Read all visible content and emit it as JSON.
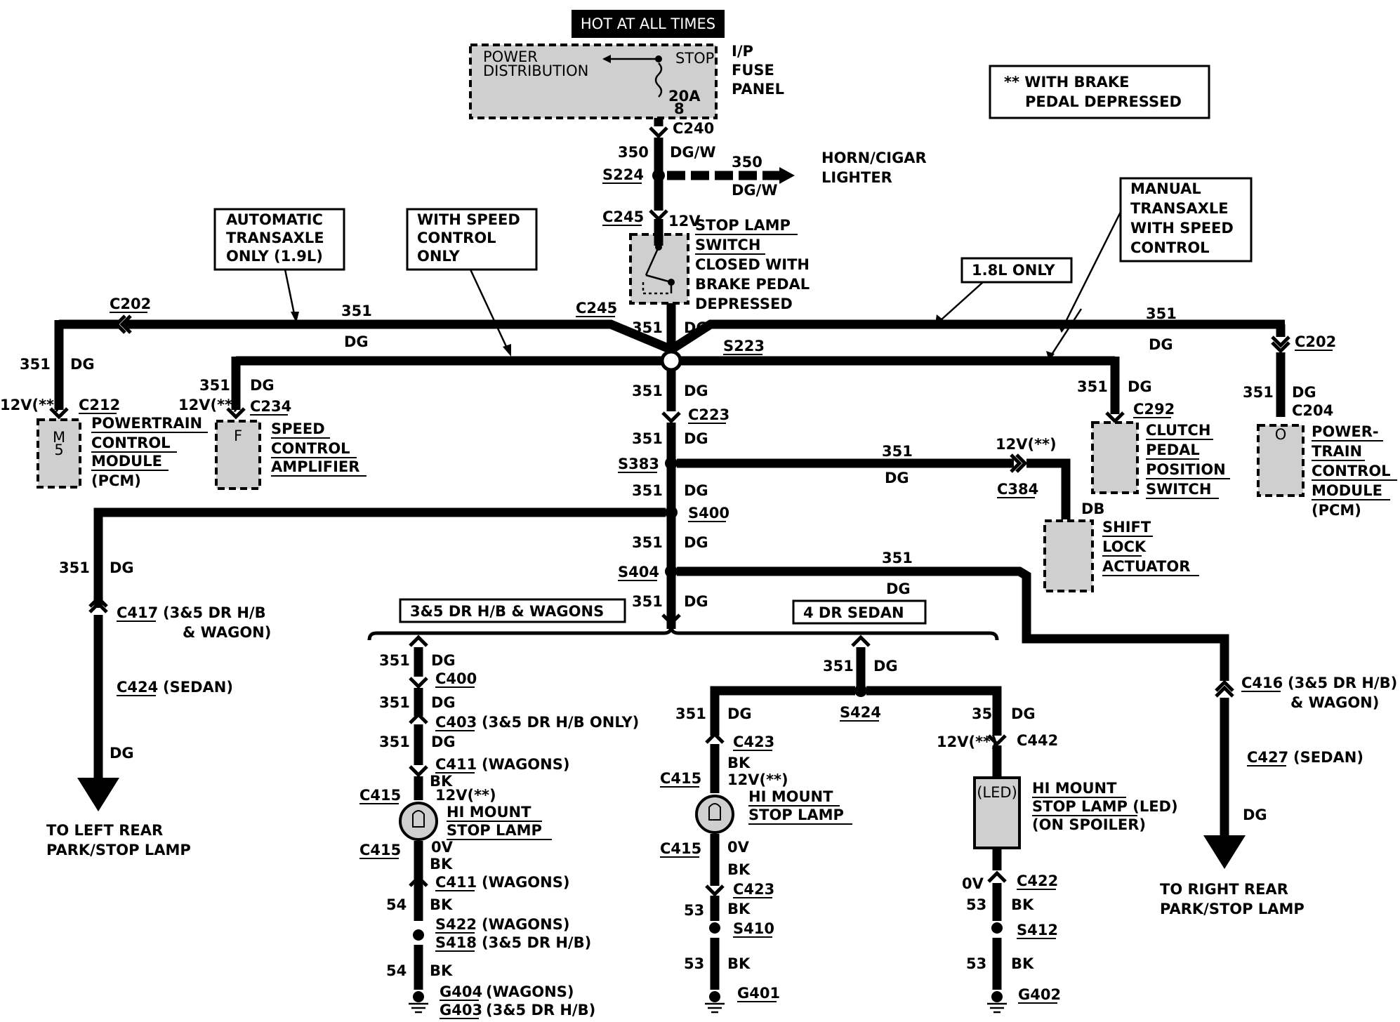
{
  "header": {
    "hot_label": "HOT AT ALL TIMES"
  },
  "fuse_panel": {
    "name_lines": [
      "I/P",
      "FUSE",
      "PANEL"
    ],
    "inner_lines": [
      "POWER",
      "DISTRIBUTION"
    ],
    "stop_label": "STOP",
    "fuse_rating": "20A",
    "fuse_id": "8"
  },
  "note_box": {
    "lines": [
      "** WITH BRAKE",
      "PEDAL DEPRESSED"
    ]
  },
  "callouts": {
    "auto": [
      "AUTOMATIC",
      "TRANSAXLE",
      "ONLY (1.9L)"
    ],
    "speed": [
      "WITH SPEED",
      "CONTROL",
      "ONLY"
    ],
    "only18": [
      "1.8L ONLY"
    ],
    "manual": [
      "MANUAL",
      "TRANSAXLE",
      "WITH SPEED",
      "CONTROL"
    ],
    "hb_wagons": [
      "3&5 DR H/B & WAGONS"
    ],
    "sedan4": [
      "4 DR SEDAN"
    ]
  },
  "labels": {
    "c240": "C240",
    "w350a": "350",
    "dgw_a": "DG/W",
    "s224": "S224",
    "w350b": "350",
    "dgw_b": "DG/W",
    "horn": [
      "HORN/CIGAR",
      "LIGHTER"
    ],
    "c245_top": "C245",
    "v12_sw": "12V",
    "switch_lines": [
      "STOP LAMP",
      "SWITCH",
      "CLOSED WITH",
      "BRAKE PEDAL",
      "DEPRESSED"
    ],
    "c202_left": "C202",
    "w351_top_left": "351",
    "dg_top_left": "DG",
    "c245_mid": "C245",
    "w351_center1": "351",
    "dg_center1": "DG",
    "s223": "S223",
    "w351_top_right": "351",
    "dg_top_right": "DG",
    "c202_right": "C202",
    "w351_pcm_left": "351",
    "dg_pcm_left": "DG",
    "v12_pcm_left": "12V(**)",
    "c212": "C212",
    "pcm_left_lines": [
      "POWERTRAIN",
      "CONTROL",
      "MODULE",
      "(PCM)"
    ],
    "pcm_left_inner": [
      "M",
      "5"
    ],
    "w351_sca": "351",
    "dg_sca": "DG",
    "v12_sca": "12V(**)",
    "c234": "C234",
    "sca_lines": [
      "SPEED",
      "CONTROL",
      "AMPLIFIER"
    ],
    "sca_inner": "F",
    "w351_center2": "351",
    "dg_center2": "DG",
    "c223": "C223",
    "w351_center3": "351",
    "dg_center3": "DG",
    "s383": "S383",
    "w351_shift": "351",
    "dg_shift": "DG",
    "v12_shift": "12V(**)",
    "c384": "C384",
    "db": "DB",
    "shift_lines": [
      "SHIFT",
      "LOCK",
      "ACTUATOR"
    ],
    "w351_clutch": "351",
    "dg_clutch": "DG",
    "c292": "C292",
    "clutch_lines": [
      "CLUTCH",
      "PEDAL",
      "POSITION",
      "SWITCH"
    ],
    "w351_pcm_right": "351",
    "dg_pcm_right": "DG",
    "c204": "C204",
    "pcm_right_lines": [
      "POWER-",
      "TRAIN",
      "CONTROL",
      "MODULE",
      "(PCM)"
    ],
    "pcm_right_inner": "O",
    "w351_center4": "351",
    "dg_center4": "DG",
    "s400": "S400",
    "w351_left_rear": "351",
    "dg_left_rear": "DG",
    "c417": "C417",
    "c417_note": [
      "(3&5 DR H/B",
      "& WAGON)"
    ],
    "c424": "C424",
    "c424_note": "(SEDAN)",
    "dg_left_arrow": "DG",
    "to_left": [
      "TO LEFT REAR",
      "PARK/STOP LAMP"
    ],
    "w351_center5": "351",
    "dg_center5": "DG",
    "s404": "S404",
    "w351_right_run": "351",
    "dg_right_run": "DG",
    "w351_center6": "351",
    "dg_center6": "DG",
    "c416": "C416",
    "c416_note": [
      "(3&5 DR H/B)",
      "& WAGON)"
    ],
    "c427": "C427",
    "c427_note": "(SEDAN)",
    "dg_right_arrow": "DG",
    "to_right": [
      "TO RIGHT REAR",
      "PARK/STOP LAMP"
    ],
    "hb": {
      "w1": "351",
      "dg1": "DG",
      "c400": "C400",
      "w2": "351",
      "dg2": "DG",
      "c403": "C403",
      "c403_note": "(3&5 DR H/B ONLY)",
      "w3": "351",
      "dg3": "DG",
      "c411a": "C411",
      "c411a_note": "(WAGONS)",
      "bk1": "BK",
      "c415a": "C415",
      "v12": "12V(**)",
      "lamp": [
        "HI MOUNT",
        "STOP LAMP"
      ],
      "c415b": "C415",
      "v0": "0V",
      "bk2": "BK",
      "c411b": "C411",
      "c411b_note": "(WAGONS)",
      "w54a": "54",
      "bk3": "BK",
      "s422": "S422",
      "s422_note": "(WAGONS)",
      "s418": "S418",
      "s418_note": "(3&5 DR H/B)",
      "w54b": "54",
      "bk4": "BK",
      "g404": "G404",
      "g404_note": "(WAGONS)",
      "g403": "G403",
      "g403_note": "(3&5 DR H/B)"
    },
    "sedan": {
      "w1": "351",
      "dg1": "DG",
      "s424": "S424",
      "w2": "351",
      "dg2": "DG",
      "c423a": "C423",
      "bk1": "BK",
      "c415a": "C415",
      "v12": "12V(**)",
      "lamp": [
        "HI MOUNT",
        "STOP LAMP"
      ],
      "c415b": "C415",
      "v0": "0V",
      "bk2": "BK",
      "c423b": "C423",
      "w53a": "53",
      "bk3": "BK",
      "s410": "S410",
      "w53b": "53",
      "bk4": "BK",
      "g401": "G401"
    },
    "spoiler": {
      "w1": "351",
      "dg1": "DG",
      "v12": "12V(**)",
      "c442": "C442",
      "led": "(LED)",
      "lamp": [
        "HI MOUNT",
        "STOP LAMP (LED)",
        "(ON SPOILER)"
      ],
      "v0": "0V",
      "c422": "C422",
      "w53a": "53",
      "bk1": "BK",
      "s412": "S412",
      "w53b": "53",
      "bk2": "BK",
      "g402": "G402"
    }
  }
}
